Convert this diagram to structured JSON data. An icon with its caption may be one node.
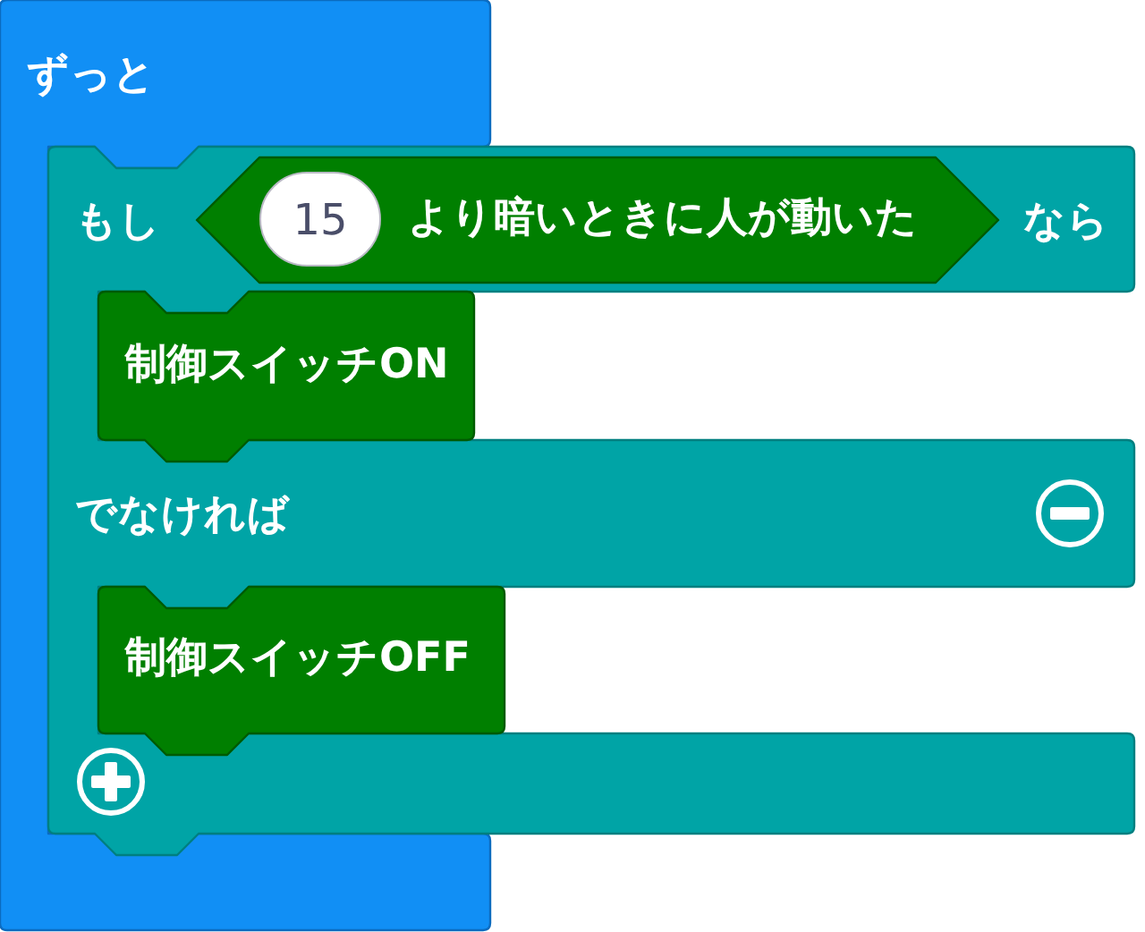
{
  "diagram": {
    "nodes": [
      {
        "text": [
          "ずっと"
        ]
      },
      {
        "text": [
          "もし",
          "なら",
          "でなければ"
        ]
      },
      {
        "text": [
          "より暗いときに人が動いた"
        ],
        "in": 1
      },
      {
        "text": [
          "15"
        ],
        "in": 2
      },
      {
        "text": [
          "制御スイッチON"
        ],
        "in": 1
      },
      {
        "text": [
          "制御スイッチOFF"
        ],
        "in": 1
      }
    ]
  }
}
